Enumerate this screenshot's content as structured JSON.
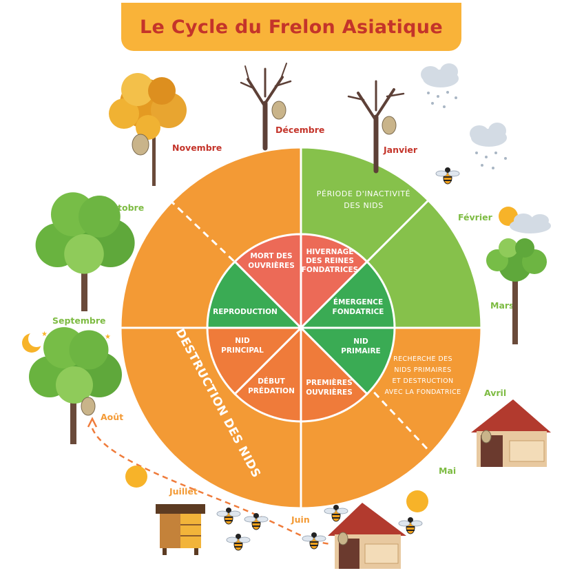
{
  "title": "Le Cycle du Frelon Asiatique",
  "colors": {
    "title_bg": "#f9b339",
    "title_text": "#c4342a",
    "orange_sector": "#f39a35",
    "green_sector": "#86c14b",
    "inner_red": "#ec6a57",
    "inner_green": "#3aab54",
    "inner_orange": "#ef7b3a",
    "month_red": "#c4342a",
    "month_green": "#7dbb42"
  },
  "months": {
    "novembre": "Novembre",
    "decembre": "Décembre",
    "janvier": "Janvier",
    "fevrier": "Février",
    "mars": "Mars",
    "avril": "Avril",
    "mai": "Mai",
    "juin": "Juin",
    "juillet": "Juillet",
    "aout": "Août",
    "septembre": "Septembre",
    "octobre": "Octobre"
  },
  "outer": {
    "inactivite": [
      "PÉRIODE D'INACTIVITÉ",
      "DES NIDS"
    ],
    "recherche": [
      "RECHERCHE DES",
      "NIDS PRIMAIRES",
      "ET DESTRUCTION",
      "AVEC LA FONDATRICE"
    ],
    "destruction": "DESTRUCTION DES NIDS"
  },
  "inner": {
    "mort": [
      "MORT DES",
      "OUVRIÈRES"
    ],
    "hivernage": [
      "HIVERNAGE",
      "DES REINES",
      "FONDATRICES"
    ],
    "emergence": [
      "ÉMERGENCE",
      "FONDATRICE"
    ],
    "nid_primaire": [
      "NID",
      "PRIMAIRE"
    ],
    "premieres": [
      "PREMIÈRES",
      "OUVRIÈRES"
    ],
    "debut": [
      "DÉBUT",
      "PRÉDATION"
    ],
    "nid_principal": [
      "NID",
      "PRINCIPAL"
    ],
    "reproduction": [
      "REPRODUCTION"
    ]
  }
}
